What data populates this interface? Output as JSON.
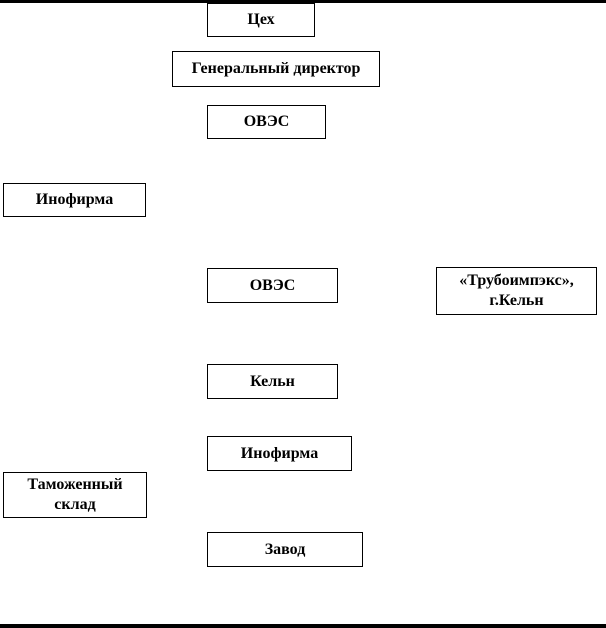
{
  "diagram": {
    "colors": {
      "background": "#ffffff",
      "box_fill": "#ffffff",
      "border": "#000000",
      "text": "#000000"
    },
    "nodes": [
      {
        "id": "tseh",
        "label": "Цех"
      },
      {
        "id": "gendir",
        "label": "Генеральный директор"
      },
      {
        "id": "oves-top",
        "label": "ОВЭС"
      },
      {
        "id": "inofirma-left",
        "label": "Инофирма"
      },
      {
        "id": "oves-mid",
        "label": "ОВЭС"
      },
      {
        "id": "trubimpex",
        "label": "«Трубоимпэкс»,\nг.Кельн"
      },
      {
        "id": "keln",
        "label": "Кельн"
      },
      {
        "id": "inofirma-mid",
        "label": "Инофирма"
      },
      {
        "id": "tamsklad",
        "label": "Таможенный\nсклад"
      },
      {
        "id": "zavod",
        "label": "Завод"
      }
    ]
  }
}
